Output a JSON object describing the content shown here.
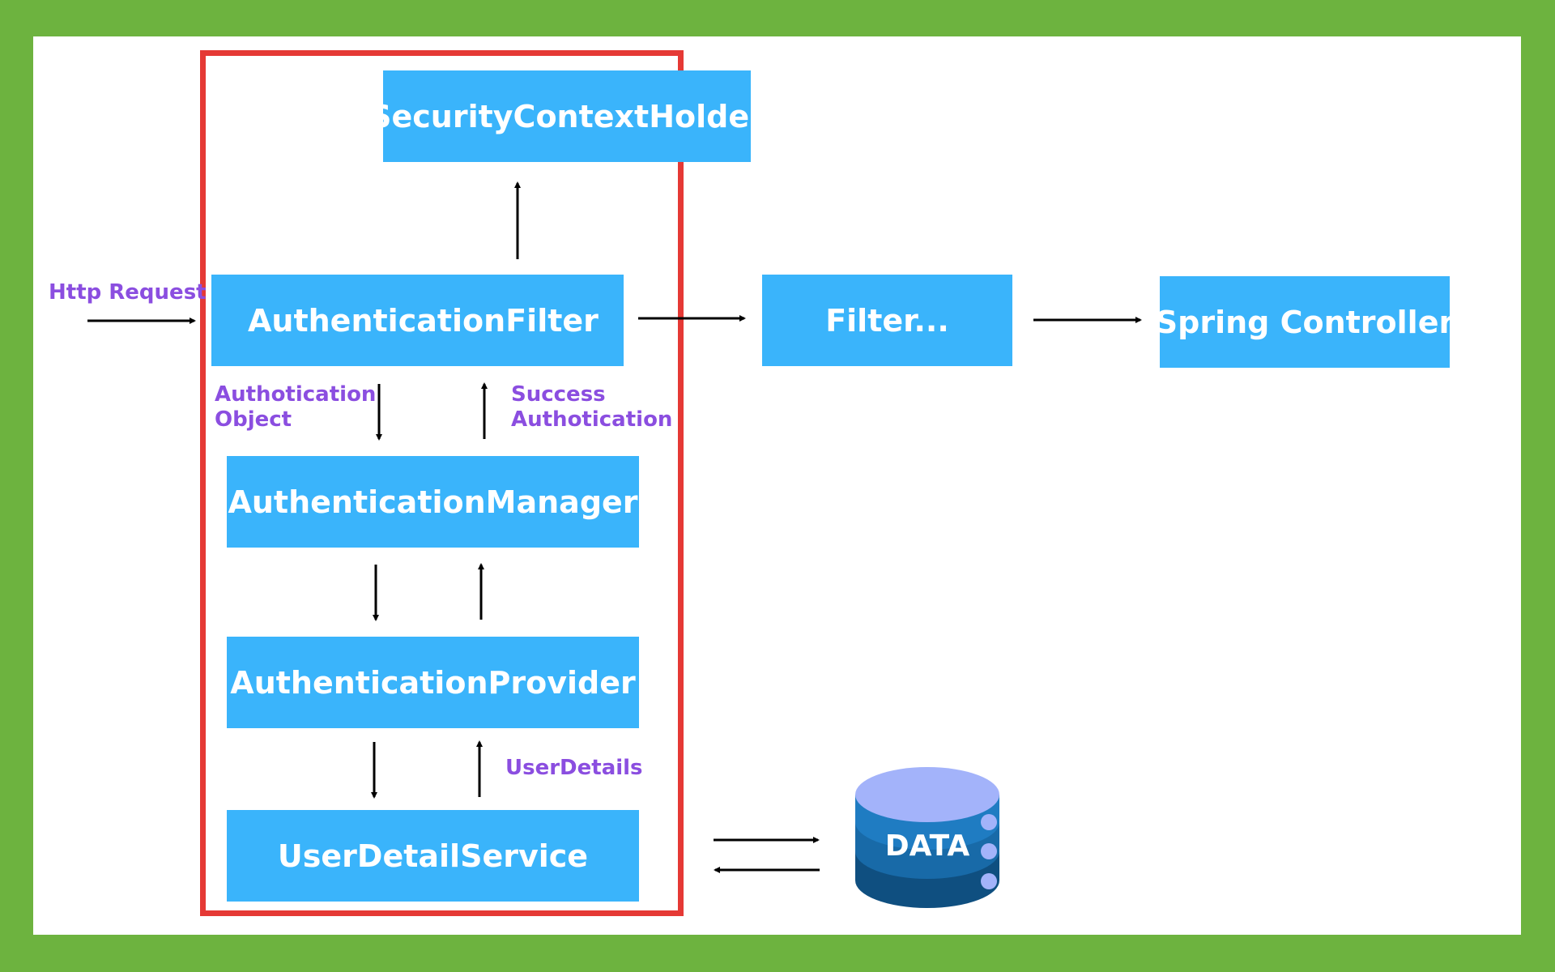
{
  "colors": {
    "border_green": "#6db33f",
    "canvas": "#ffffff",
    "frame_red": "#e53935",
    "node_blue": "#3ab4fb",
    "label_purple": "#8b4ee0",
    "arrow": "#000000",
    "db_top": "#a3b3fa",
    "db_band_1": "#1f7cc2",
    "db_band_2": "#186aa8",
    "db_band_3": "#0f4f80"
  },
  "nodes": {
    "security_context_holder": "SecurityContextHolder",
    "authentication_filter": "AuthenticationFilter",
    "filter": "Filter...",
    "spring_controller": "Spring Controller",
    "authentication_manager": "AuthenticationManager",
    "authentication_provider": "AuthenticationProvider",
    "user_detail_service": "UserDetailService"
  },
  "labels": {
    "http_request": "Http Request",
    "authentication_object": "Authotication\nObject",
    "success_authentication": "Success\nAuthotication",
    "user_details": "UserDetails"
  },
  "database": {
    "label": "DATA",
    "icon": "database-icon"
  }
}
